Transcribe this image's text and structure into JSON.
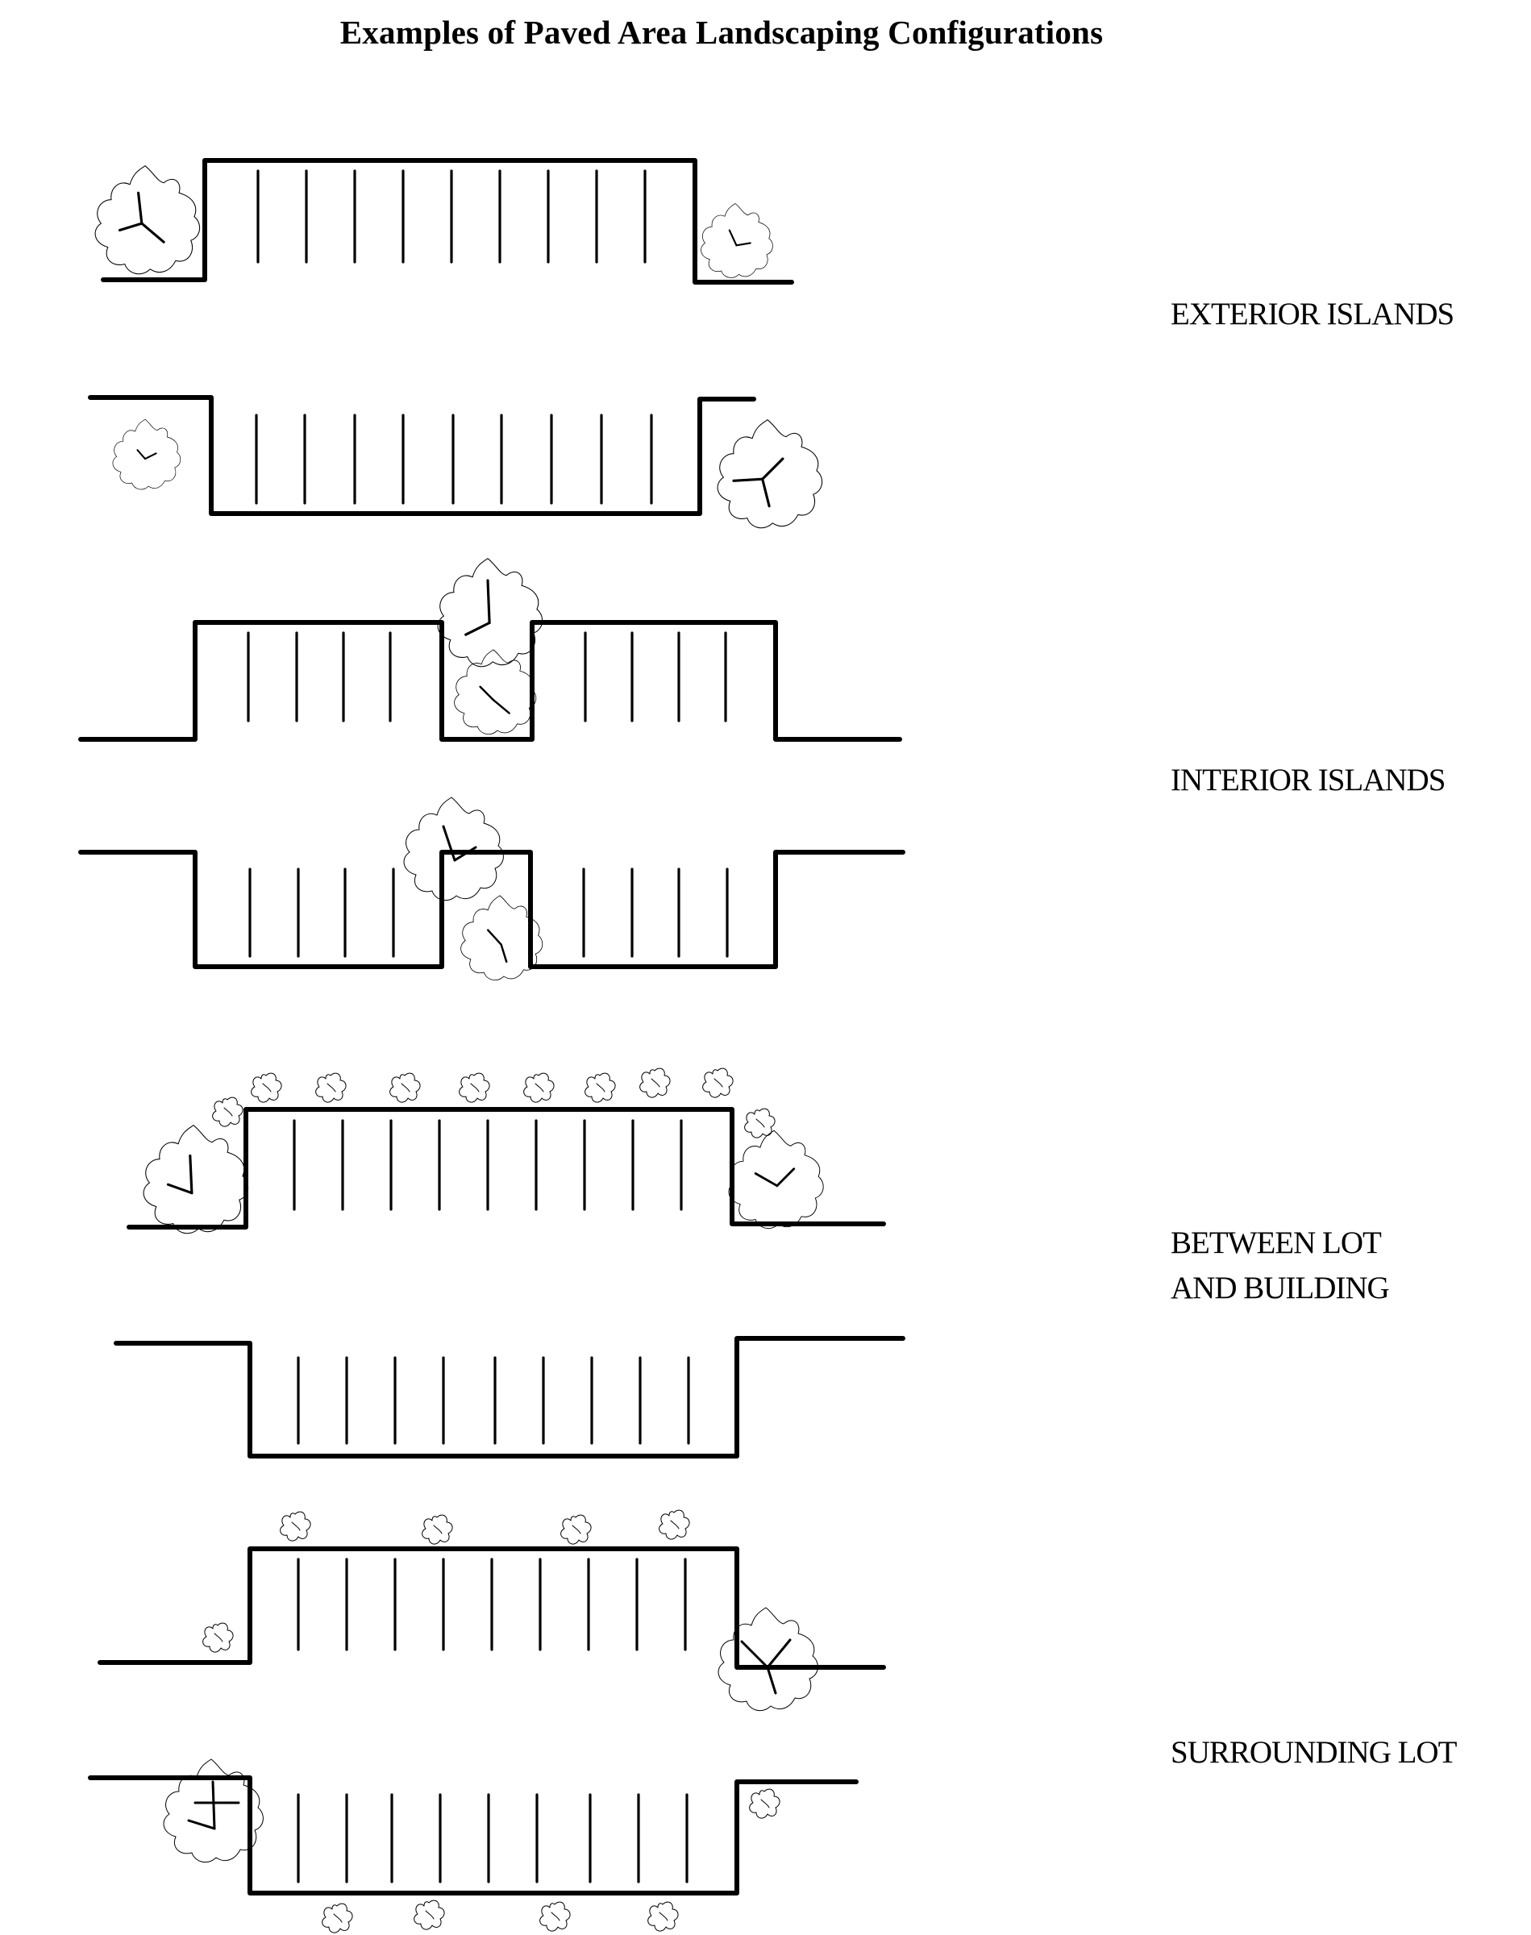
{
  "title": "Examples of Paved Area Landscaping Configurations",
  "labels": {
    "exterior": "EXTERIOR ISLANDS",
    "interior": "INTERIOR ISLANDS",
    "between_line1": "BETWEEN LOT",
    "between_line2": "AND BUILDING",
    "surrounding": "SURROUNDING LOT"
  }
}
